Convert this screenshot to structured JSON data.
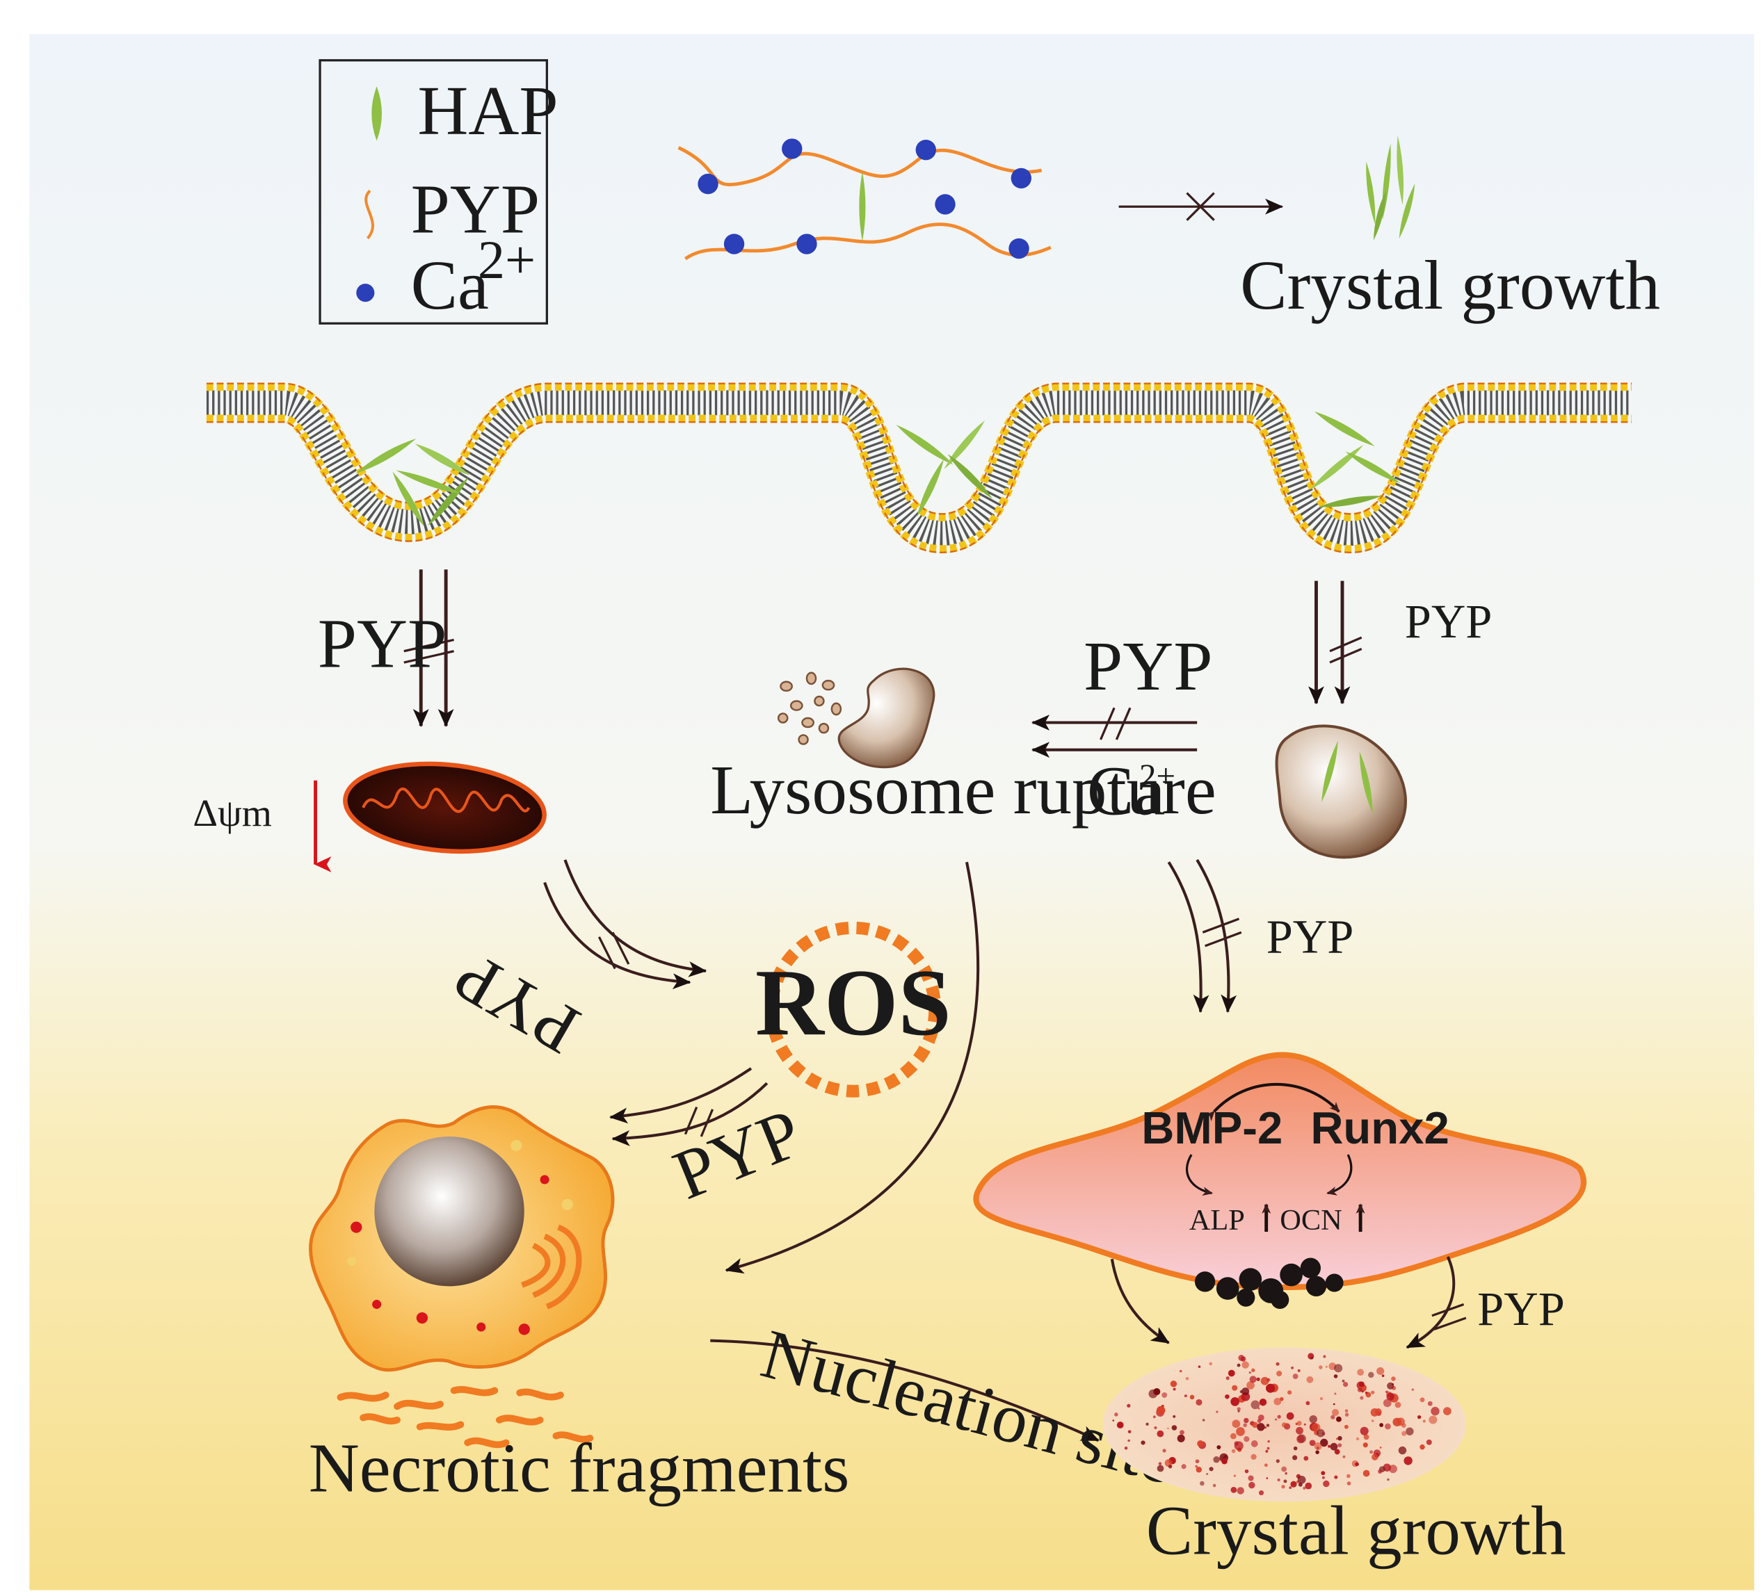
{
  "legend": {
    "items": [
      {
        "label": "HAP",
        "symbol": "green-crystal"
      },
      {
        "label": "PYP",
        "symbol": "orange-strand"
      },
      {
        "label": "Ca",
        "superscript": "2+",
        "symbol": "blue-dot"
      }
    ]
  },
  "labels": {
    "crystal_growth_top": "Crystal  growth",
    "pyp_left": "PYP",
    "pyp_right_membrane": "PYP",
    "pyp_lysosome": "PYP",
    "ca_lysosome": "Ca",
    "ca_superscript": "2+",
    "delta_psi_m": "Δψm",
    "lysosome_rupture": "Lysosome rupture",
    "pyp_right_mid": "PYP",
    "pyp_rotated": "PYP",
    "ros": "ROS",
    "pyp_ros_arrow": "PYP",
    "bmp2": "BMP-2",
    "runx2": "Runx2",
    "alp": "ALP",
    "ocn": "OCN",
    "pyp_osteo": "PYP",
    "nucleation_site": "Nucleation site",
    "necrotic_fragments": "Necrotic fragments",
    "crystal_growth_bottom": "Crystal  growth"
  },
  "colors": {
    "hap_green": "#8fbf45",
    "pyp_orange": "#f28a2e",
    "ca_blue": "#2a3fb8",
    "arrow_dark": "#3a1d1d",
    "ros_orange": "#f07b22",
    "delta_red": "#d9141b",
    "cell_orange": "#f7b13a",
    "osteo_pink": "#f4a4a0"
  }
}
